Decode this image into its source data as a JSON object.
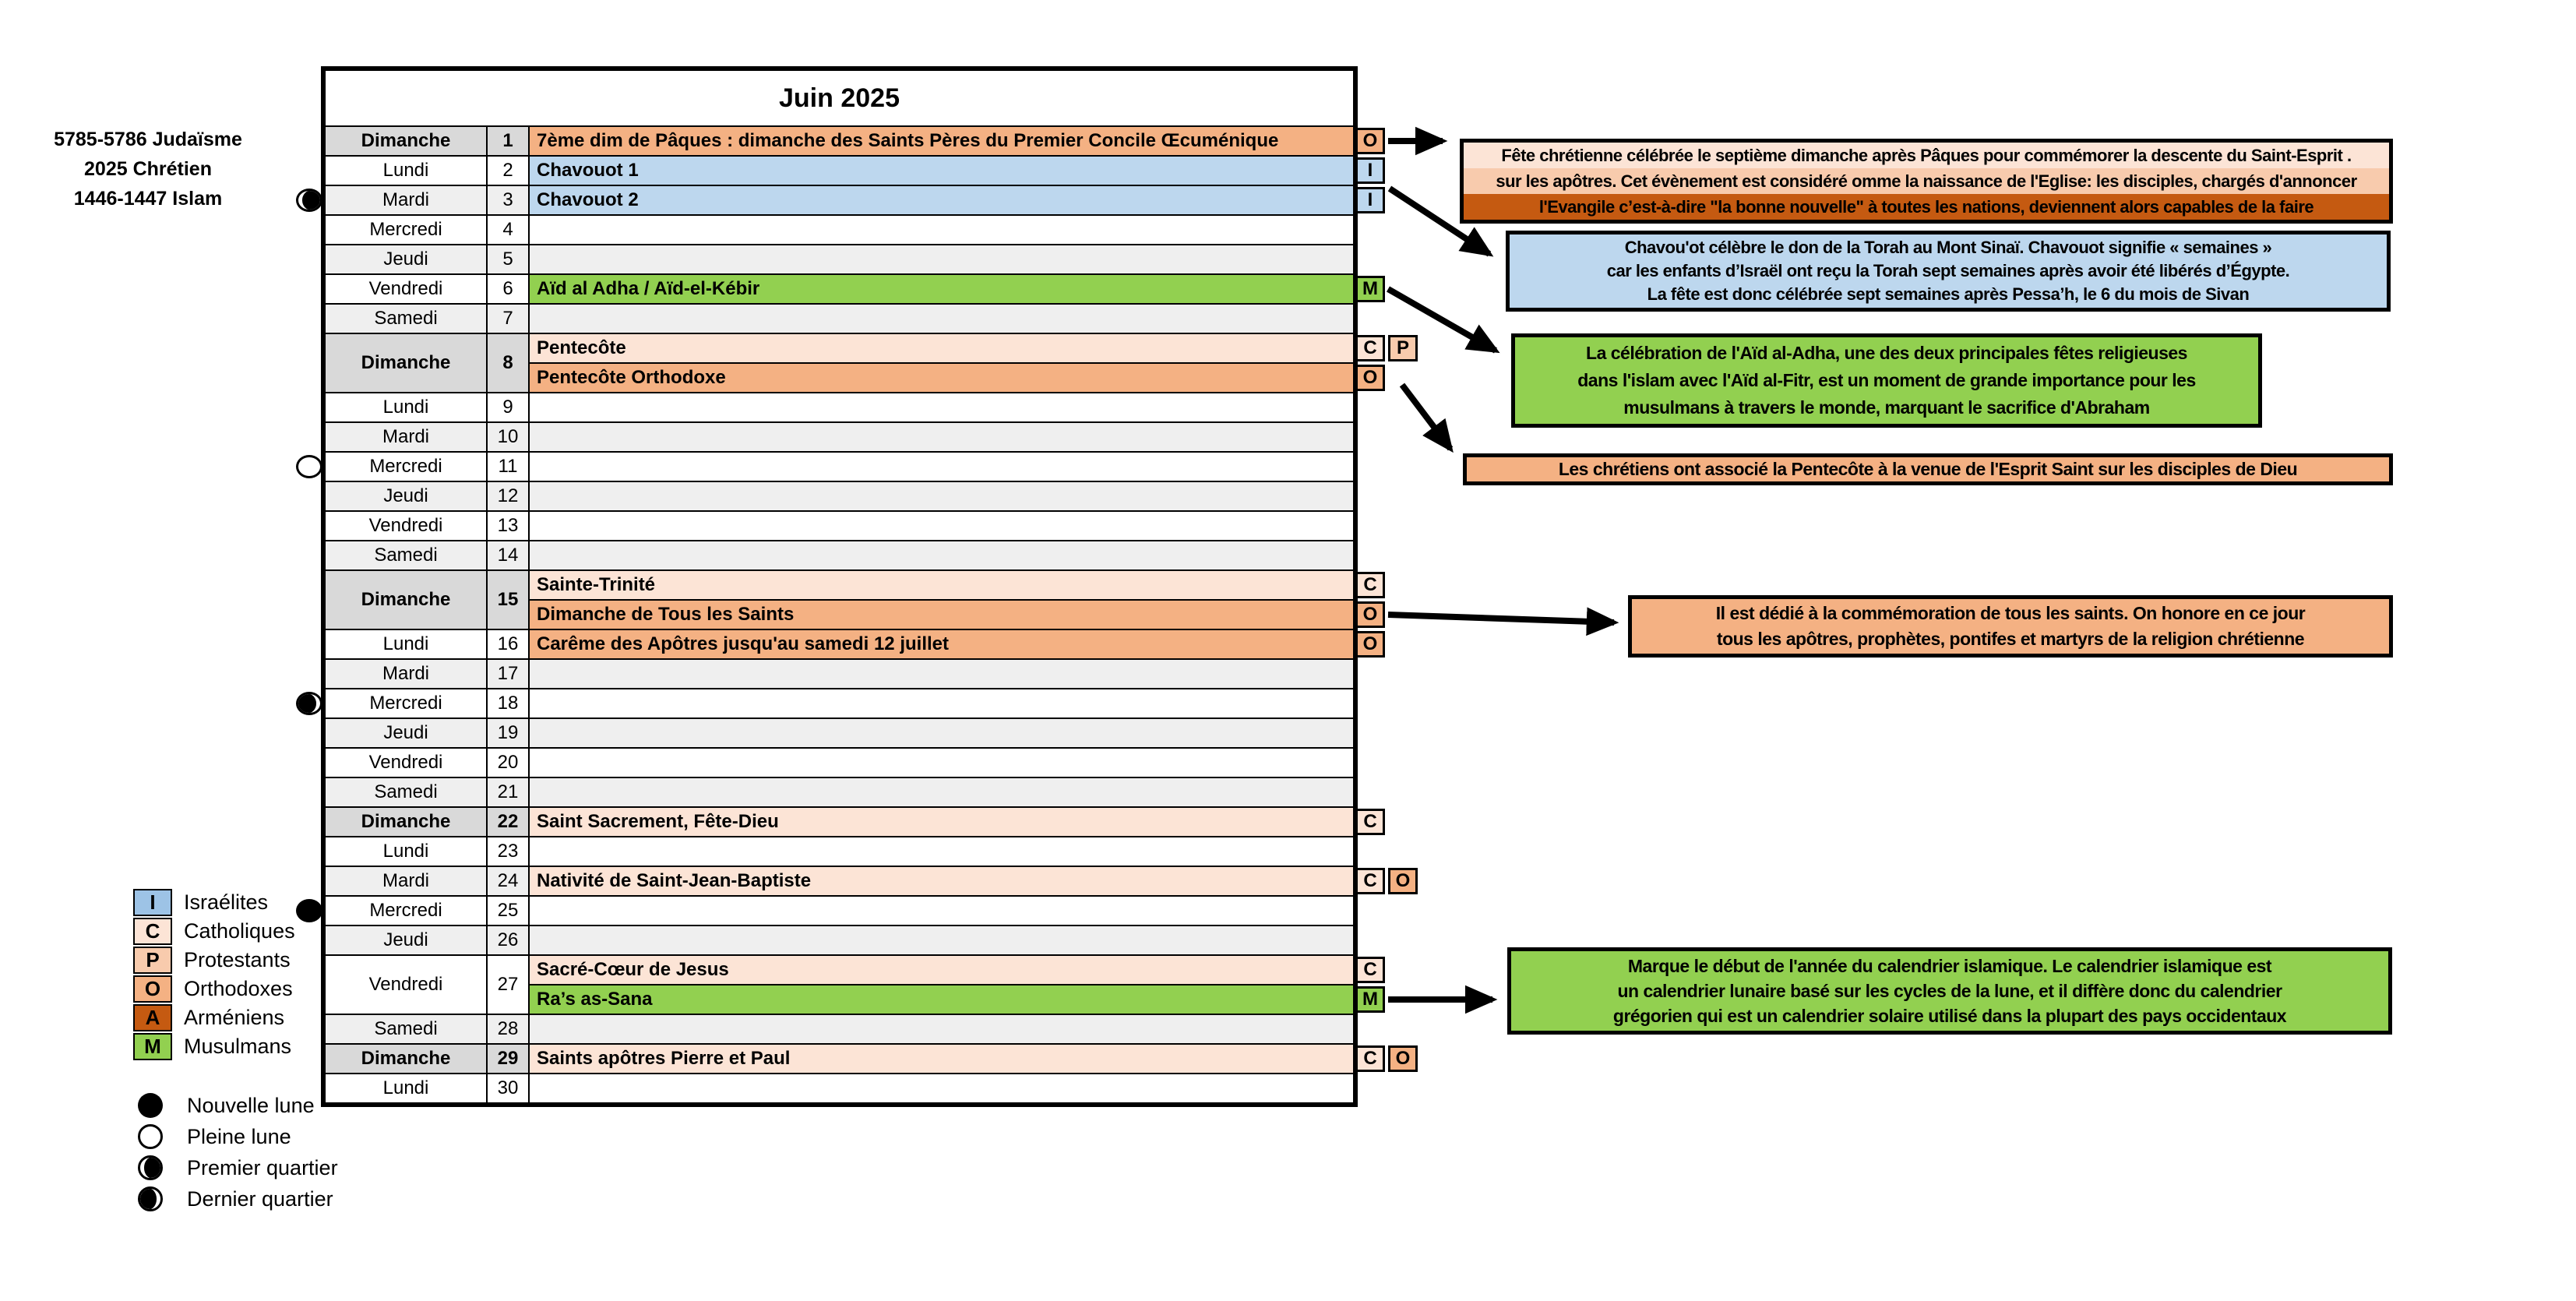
{
  "title": "Juin 2025",
  "era_years": [
    "5785-5786  Judaïsme",
    "2025 Chrétien",
    "1446-1447 Islam"
  ],
  "colors": {
    "israelite": "#BDD7EE",
    "israelite_legend": "#9DC3E6",
    "catholic": "#FCE4D6",
    "protestant": "#F8CBAD",
    "orthodox": "#F4B183",
    "armenian": "#C55A11",
    "muslim": "#92D050",
    "sunday_bg": "#D9D9D9",
    "alt_row_bg": "#EFEFEF",
    "white_row_bg": "#FFFFFF",
    "grid": "#000000"
  },
  "calendar": {
    "rows": [
      {
        "day": "Dimanche",
        "num": "1",
        "events": [
          {
            "text": "7ème dim de Pâques : dimanche des Saints Pères du Premier Concile Œcuménique",
            "badges": [
              "O"
            ]
          }
        ]
      },
      {
        "day": "Lundi",
        "num": "2",
        "events": [
          {
            "text": "Chavouot 1",
            "badges": [
              "I"
            ]
          }
        ]
      },
      {
        "day": "Mardi",
        "num": "3",
        "moon": "premier_quartier",
        "events": [
          {
            "text": "Chavouot 2",
            "badges": [
              "I"
            ]
          }
        ]
      },
      {
        "day": "Mercredi",
        "num": "4",
        "events": []
      },
      {
        "day": "Jeudi",
        "num": "5",
        "events": []
      },
      {
        "day": "Vendredi",
        "num": "6",
        "events": [
          {
            "text": "Aïd al Adha / Aïd-el-Kébir",
            "badges": [
              "M"
            ]
          }
        ]
      },
      {
        "day": "Samedi",
        "num": "7",
        "events": []
      },
      {
        "day": "Dimanche",
        "num": "8",
        "events": [
          {
            "text": "Pentecôte",
            "badges": [
              "C",
              "P"
            ]
          },
          {
            "text": "Pentecôte Orthodoxe",
            "badges": [
              "O"
            ]
          }
        ]
      },
      {
        "day": "Lundi",
        "num": "9",
        "events": []
      },
      {
        "day": "Mardi",
        "num": "10",
        "events": []
      },
      {
        "day": "Mercredi",
        "num": "11",
        "moon": "pleine_lune",
        "events": []
      },
      {
        "day": "Jeudi",
        "num": "12",
        "events": []
      },
      {
        "day": "Vendredi",
        "num": "13",
        "events": []
      },
      {
        "day": "Samedi",
        "num": "14",
        "events": []
      },
      {
        "day": "Dimanche",
        "num": "15",
        "events": [
          {
            "text": "Sainte-Trinité",
            "badges": [
              "C"
            ]
          },
          {
            "text": "Dimanche de Tous les Saints",
            "badges": [
              "O"
            ]
          }
        ]
      },
      {
        "day": "Lundi",
        "num": "16",
        "events": [
          {
            "text": "Carême des Apôtres jusqu'au samedi 12 juillet",
            "badges": [
              "O"
            ]
          }
        ]
      },
      {
        "day": "Mardi",
        "num": "17",
        "events": []
      },
      {
        "day": "Mercredi",
        "num": "18",
        "moon": "dernier_quartier",
        "events": []
      },
      {
        "day": "Jeudi",
        "num": "19",
        "events": []
      },
      {
        "day": "Vendredi",
        "num": "20",
        "events": []
      },
      {
        "day": "Samedi",
        "num": "21",
        "events": []
      },
      {
        "day": "Dimanche",
        "num": "22",
        "events": [
          {
            "text": "Saint Sacrement, Fête-Dieu",
            "badges": [
              "C"
            ]
          }
        ]
      },
      {
        "day": "Lundi",
        "num": "23",
        "events": []
      },
      {
        "day": "Mardi",
        "num": "24",
        "events": [
          {
            "text": "Nativité de Saint-Jean-Baptiste",
            "badges": [
              "C",
              "O"
            ]
          }
        ]
      },
      {
        "day": "Mercredi",
        "num": "25",
        "moon": "nouvelle_lune",
        "events": []
      },
      {
        "day": "Jeudi",
        "num": "26",
        "events": []
      },
      {
        "day": "Vendredi",
        "num": "27",
        "events": [
          {
            "text": "Sacré-Cœur de Jesus",
            "badges": [
              "C"
            ]
          },
          {
            "text": "Ra’s as-Sana",
            "badges": [
              "M"
            ]
          }
        ]
      },
      {
        "day": "Samedi",
        "num": "28",
        "events": []
      },
      {
        "day": "Dimanche",
        "num": "29",
        "events": [
          {
            "text": "Saints apôtres Pierre et Paul",
            "badges": [
              "C",
              "O"
            ]
          }
        ]
      },
      {
        "day": "Lundi",
        "num": "30",
        "events": []
      }
    ]
  },
  "legend": {
    "religions": [
      {
        "code": "I",
        "label": "Israélites"
      },
      {
        "code": "C",
        "label": "Catholiques"
      },
      {
        "code": "P",
        "label": "Protestants"
      },
      {
        "code": "O",
        "label": "Orthodoxes"
      },
      {
        "code": "A",
        "label": "Arméniens"
      },
      {
        "code": "M",
        "label": "Musulmans"
      }
    ],
    "moon_phases": [
      {
        "phase": "nouvelle_lune",
        "label": "Nouvelle lune"
      },
      {
        "phase": "pleine_lune",
        "label": "Pleine lune"
      },
      {
        "phase": "premier_quartier",
        "label": "Premier quartier"
      },
      {
        "phase": "dernier_quartier",
        "label": "Dernier quartier"
      }
    ]
  },
  "annotations": [
    {
      "id": "pentecote-main",
      "lines": [
        {
          "text": "Fête chrétienne célébrée le septième dimanche après Pâques pour commémorer la descente du Saint-Esprit .",
          "bg": "catholic"
        },
        {
          "text": "sur les apôtres. Cet évènement est considéré omme la naissance de l'Eglise: les disciples, chargés d'annoncer",
          "bg": "protestant"
        },
        {
          "text": "l'Evangile c’est-à-dire \"la bonne nouvelle\" à toutes les nations, deviennent alors capables de la faire",
          "bg": "armenian"
        }
      ]
    },
    {
      "id": "chavouot",
      "bg": "israelite",
      "lines": [
        {
          "text": "Chavou'ot célèbre le don de la Torah au Mont Sinaï. Chavouot signifie « semaines »"
        },
        {
          "text": "car les enfants d’Israël ont reçu la Torah sept semaines après avoir été libérés d’Égypte."
        },
        {
          "text": "La fête est donc célébrée sept semaines après Pessa’h, le 6 du mois de Sivan"
        }
      ]
    },
    {
      "id": "aid-al-adha",
      "bg": "muslim",
      "lines": [
        {
          "text": "La célébration de l'Aïd al-Adha, une des deux principales fêtes religieuses"
        },
        {
          "text": "dans l'islam avec  l'Aïd al-Fitr, est un moment de grande importance pour les"
        },
        {
          "text": "musulmans à travers  le monde,  marquant  le sacrifice d'Abraham"
        }
      ]
    },
    {
      "id": "pentecote-note",
      "bg": "orthodox",
      "lines": [
        {
          "text": "Les chrétiens ont associé la Pentecôte à la venue de l'Esprit Saint sur les disciples de Dieu"
        }
      ]
    },
    {
      "id": "toussaint",
      "bg": "orthodox",
      "lines": [
        {
          "text": "Il est dédié à la commémoration de tous les saints. On honore en ce jour"
        },
        {
          "text": "tous les apôtres, prophètes, pontifes et martyrs de la religion chrétienne"
        }
      ]
    },
    {
      "id": "ras-as-sana",
      "bg": "muslim",
      "lines": [
        {
          "text": "Marque le début de l'année du calendrier islamique. Le calendrier islamique est"
        },
        {
          "text": "un calendrier lunaire basé sur les cycles de la lune, et il diffère donc du calendrier"
        },
        {
          "text": "grégorien qui est un calendrier solaire utilisé dans la plupart des pays occidentaux"
        }
      ]
    }
  ]
}
